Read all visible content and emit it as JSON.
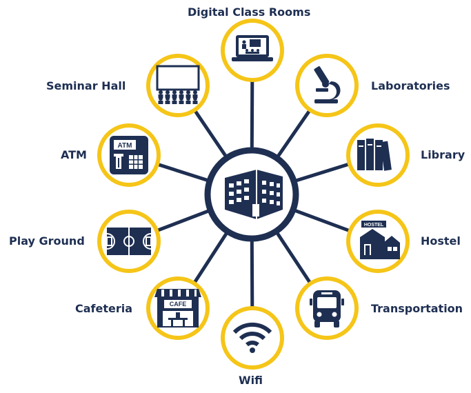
{
  "colors": {
    "navy": "#1e2f52",
    "ring": "#f5c518",
    "background": "#ffffff"
  },
  "center": {
    "icon": "building-icon"
  },
  "facilities": [
    {
      "id": "digital-class-rooms",
      "label": "Digital Class Rooms",
      "icon": "laptop-presentation-icon"
    },
    {
      "id": "laboratories",
      "label": "Laboratories",
      "icon": "microscope-icon"
    },
    {
      "id": "library",
      "label": "Library",
      "icon": "books-icon"
    },
    {
      "id": "hostel",
      "label": "Hostel",
      "icon": "hostel-icon"
    },
    {
      "id": "transportation",
      "label": "Transportation",
      "icon": "bus-icon"
    },
    {
      "id": "wifi",
      "label": "Wifi",
      "icon": "wifi-icon"
    },
    {
      "id": "cafeteria",
      "label": "Cafeteria",
      "icon": "cafe-icon"
    },
    {
      "id": "play-ground",
      "label": "Play Ground",
      "icon": "court-icon"
    },
    {
      "id": "atm",
      "label": "ATM",
      "icon": "atm-icon"
    },
    {
      "id": "seminar-hall",
      "label": "Seminar Hall",
      "icon": "seminar-hall-icon"
    }
  ],
  "icon_text": {
    "atm": "ATM",
    "cafe": "CAFE",
    "hostel": "HOSTEL"
  }
}
